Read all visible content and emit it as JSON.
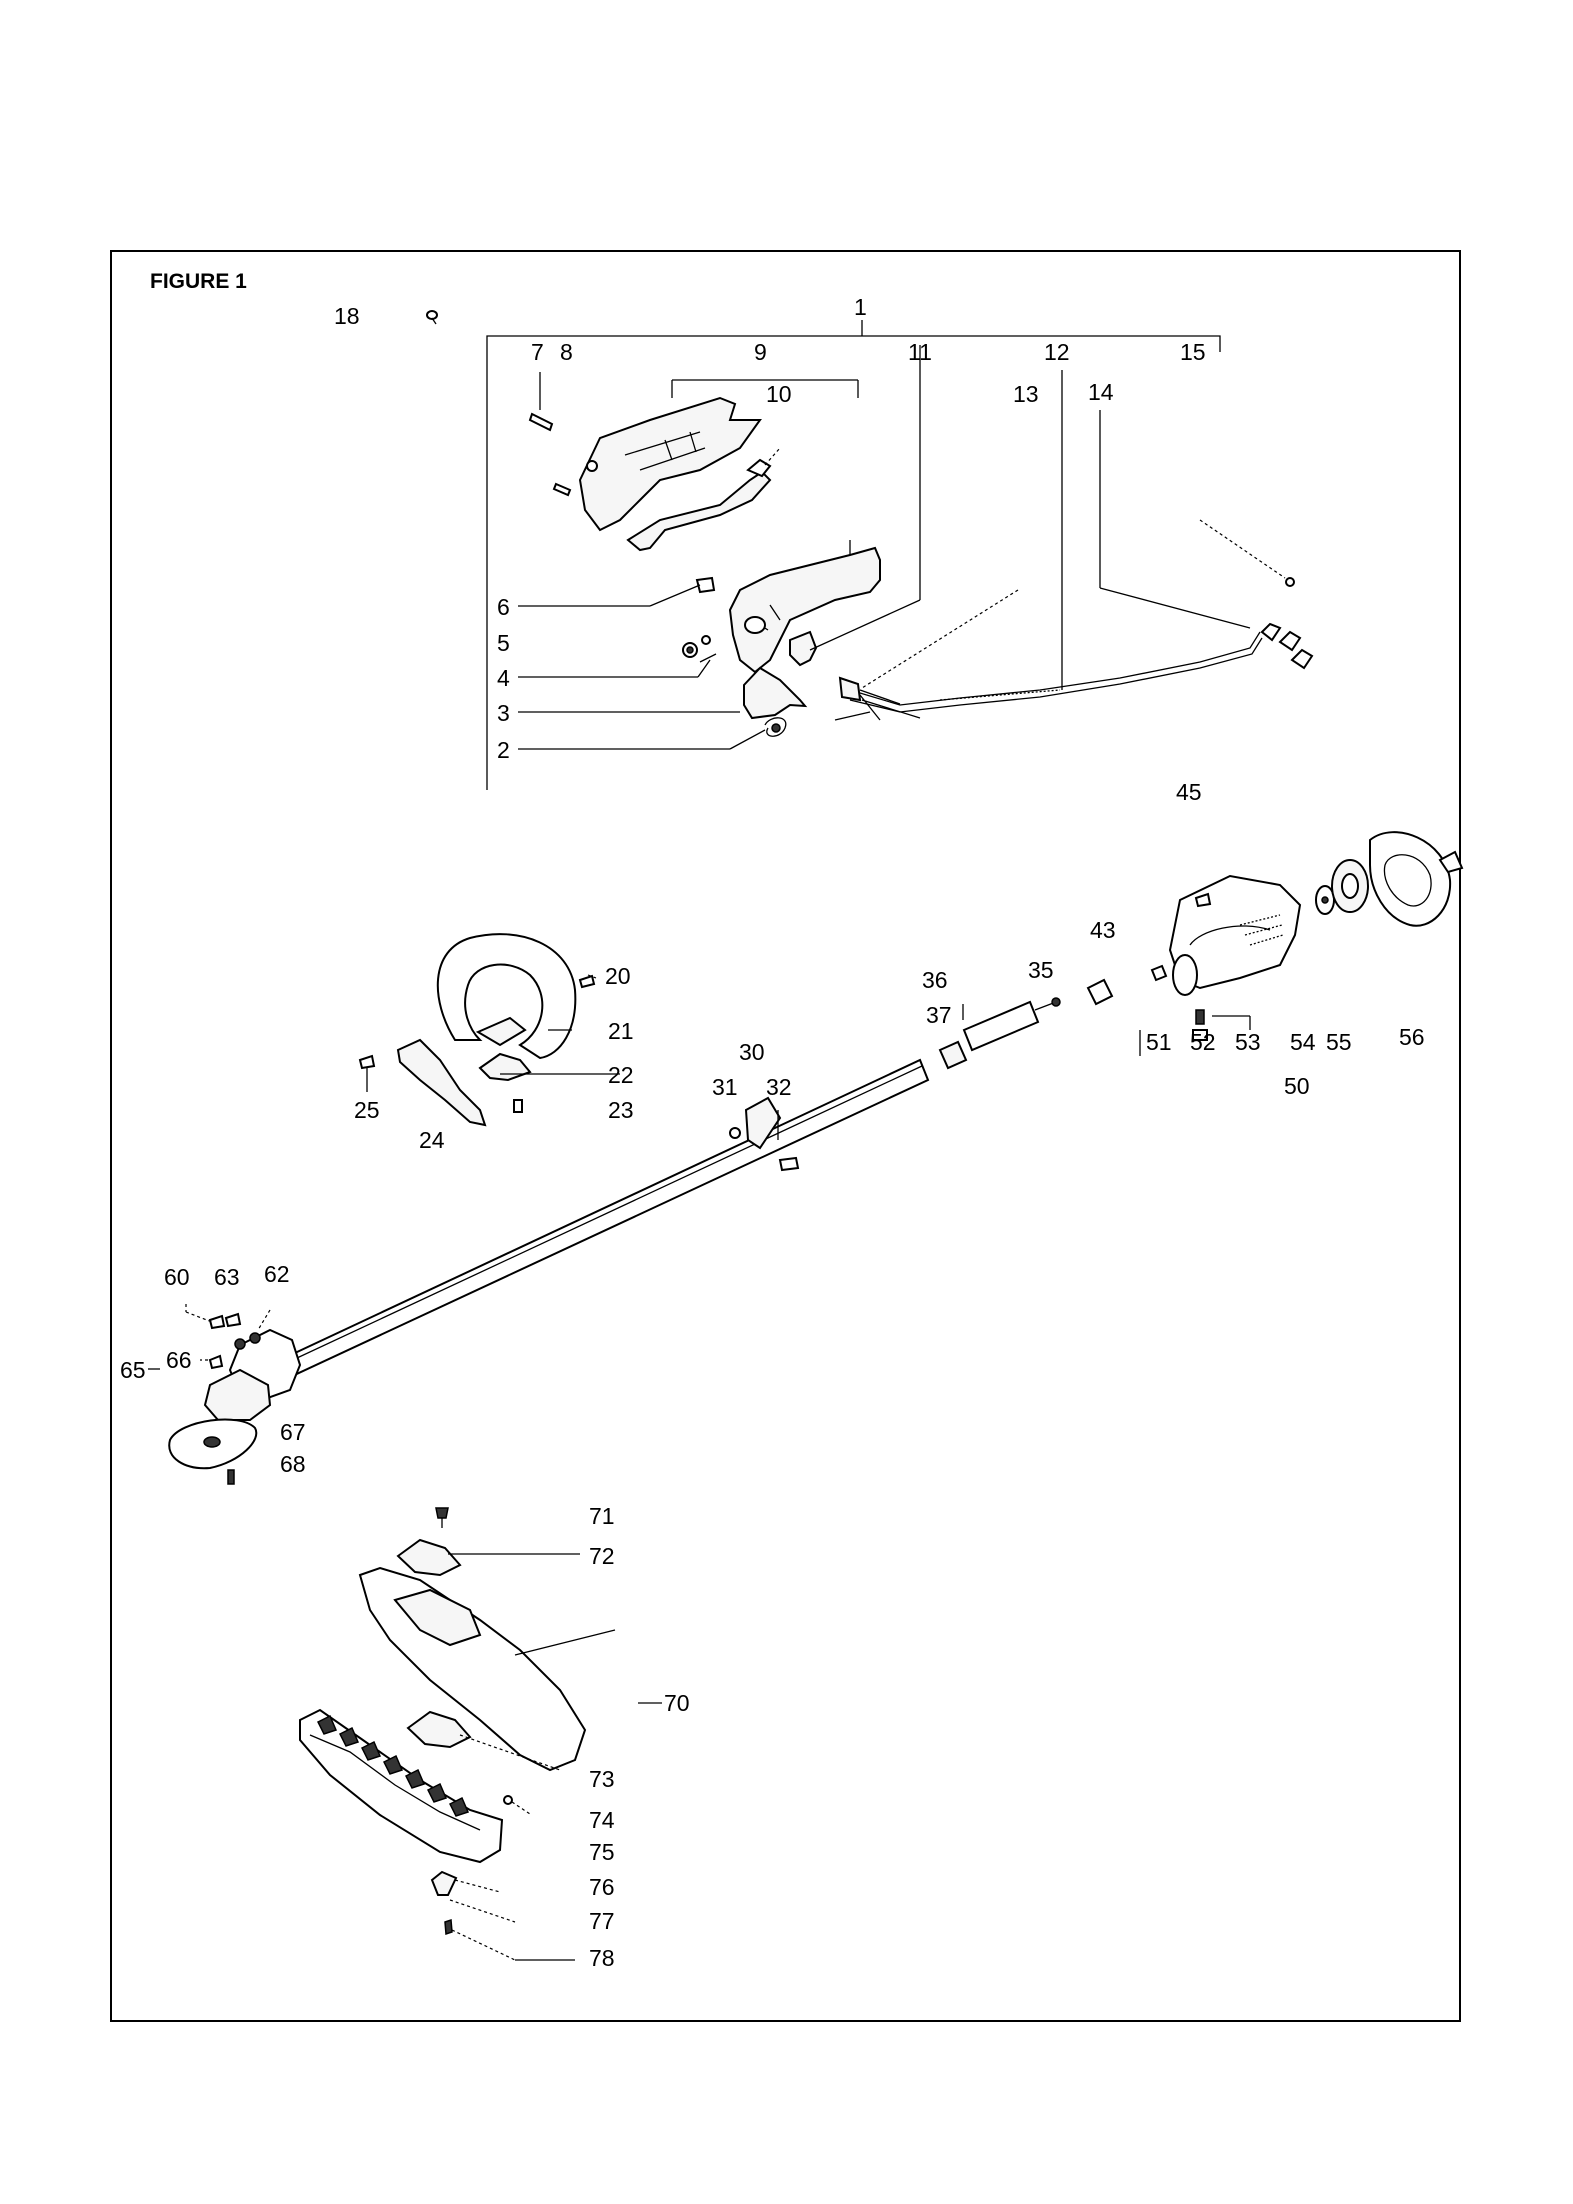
{
  "figure": {
    "title": "FIGURE 1"
  },
  "callouts": [
    "1",
    "2",
    "3",
    "4",
    "5",
    "6",
    "7",
    "8",
    "9",
    "10",
    "11",
    "12",
    "13",
    "14",
    "15",
    "18",
    "20",
    "21",
    "22",
    "23",
    "24",
    "25",
    "30",
    "31",
    "32",
    "35",
    "36",
    "37",
    "43",
    "45",
    "50",
    "51",
    "52",
    "53",
    "54",
    "55",
    "56",
    "60",
    "62",
    "63",
    "65",
    "66",
    "67",
    "68",
    "70",
    "71",
    "72",
    "73",
    "74",
    "75",
    "76",
    "77",
    "78"
  ]
}
